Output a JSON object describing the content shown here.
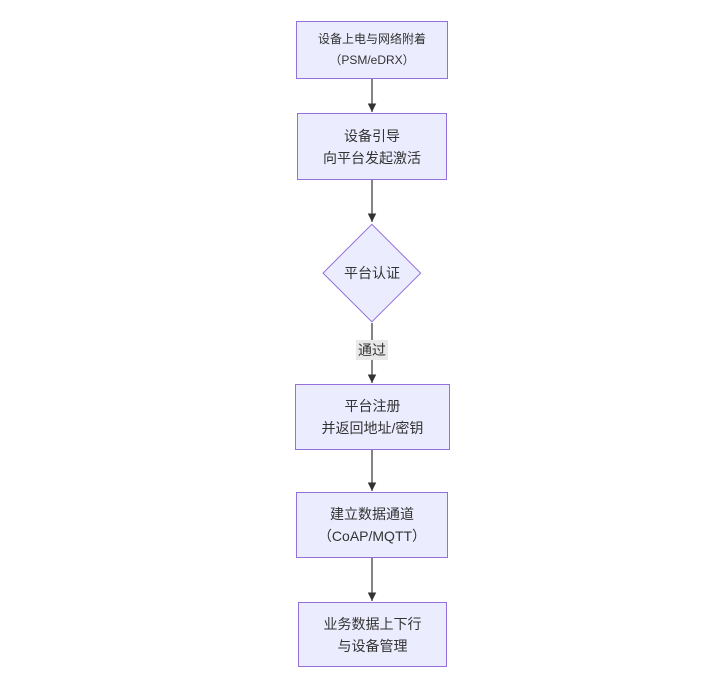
{
  "colors": {
    "node_fill": "#ECECFF",
    "node_border": "#9370DB",
    "text": "#333333",
    "arrow": "#333333",
    "edge_label_bg": "#E8E8E8"
  },
  "flowchart": {
    "nodes": [
      {
        "id": "power_attach",
        "shape": "rect",
        "lines": [
          "设备上电与网络附着",
          "（PSM/eDRX）"
        ]
      },
      {
        "id": "bootstrap",
        "shape": "rect",
        "lines": [
          "设备引导",
          "向平台发起激活"
        ]
      },
      {
        "id": "auth",
        "shape": "diamond",
        "lines": [
          "平台认证"
        ]
      },
      {
        "id": "register",
        "shape": "rect",
        "lines": [
          "平台注册",
          "并返回地址/密钥"
        ]
      },
      {
        "id": "channel",
        "shape": "rect",
        "lines": [
          "建立数据通道",
          "（CoAP/MQTT）"
        ]
      },
      {
        "id": "business",
        "shape": "rect",
        "lines": [
          "业务数据上下行",
          "与设备管理"
        ]
      }
    ],
    "edges": [
      {
        "from": "power_attach",
        "to": "bootstrap",
        "label": ""
      },
      {
        "from": "bootstrap",
        "to": "auth",
        "label": ""
      },
      {
        "from": "auth",
        "to": "register",
        "label": "通过"
      },
      {
        "from": "register",
        "to": "channel",
        "label": ""
      },
      {
        "from": "channel",
        "to": "business",
        "label": ""
      }
    ]
  }
}
